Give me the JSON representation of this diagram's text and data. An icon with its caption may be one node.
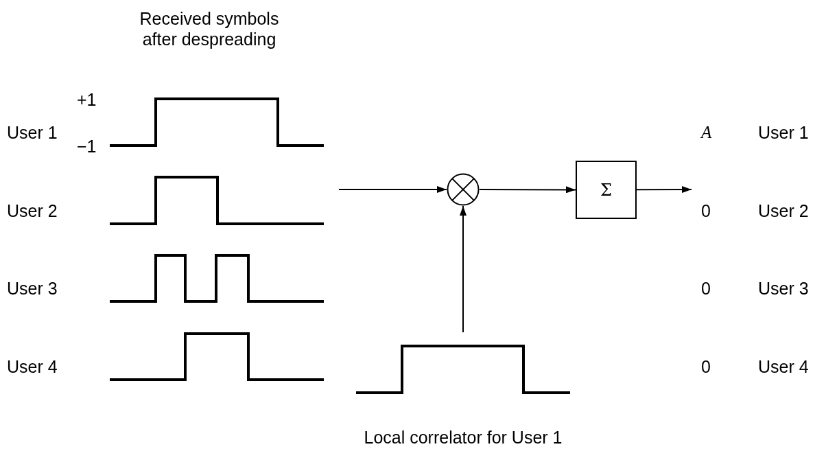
{
  "diagram": {
    "nodes": [
      {
        "text": [],
        "shape": "circle"
      },
      {
        "text": [
          "Σ"
        ]
      },
      {
        "text": [],
        "shape": "waveform",
        "beside": [
          "Local correlator for User 1"
        ]
      }
    ],
    "edges": [
      {
        "from": null,
        "to": 0,
        "arrow": "to"
      },
      {
        "from": 0,
        "to": 1,
        "arrow": "to"
      },
      {
        "from": 1,
        "to": null,
        "arrow": "to"
      },
      {
        "from": 2,
        "to": 0,
        "arrow": "to"
      }
    ],
    "labels": [
      "Received symbols after despreading",
      "+1",
      "User 1",
      "−1",
      "A",
      "User 1",
      "User 2",
      "0",
      "User 2",
      "User 3",
      "0",
      "User 3",
      "User 4",
      "0",
      "User 4"
    ]
  }
}
